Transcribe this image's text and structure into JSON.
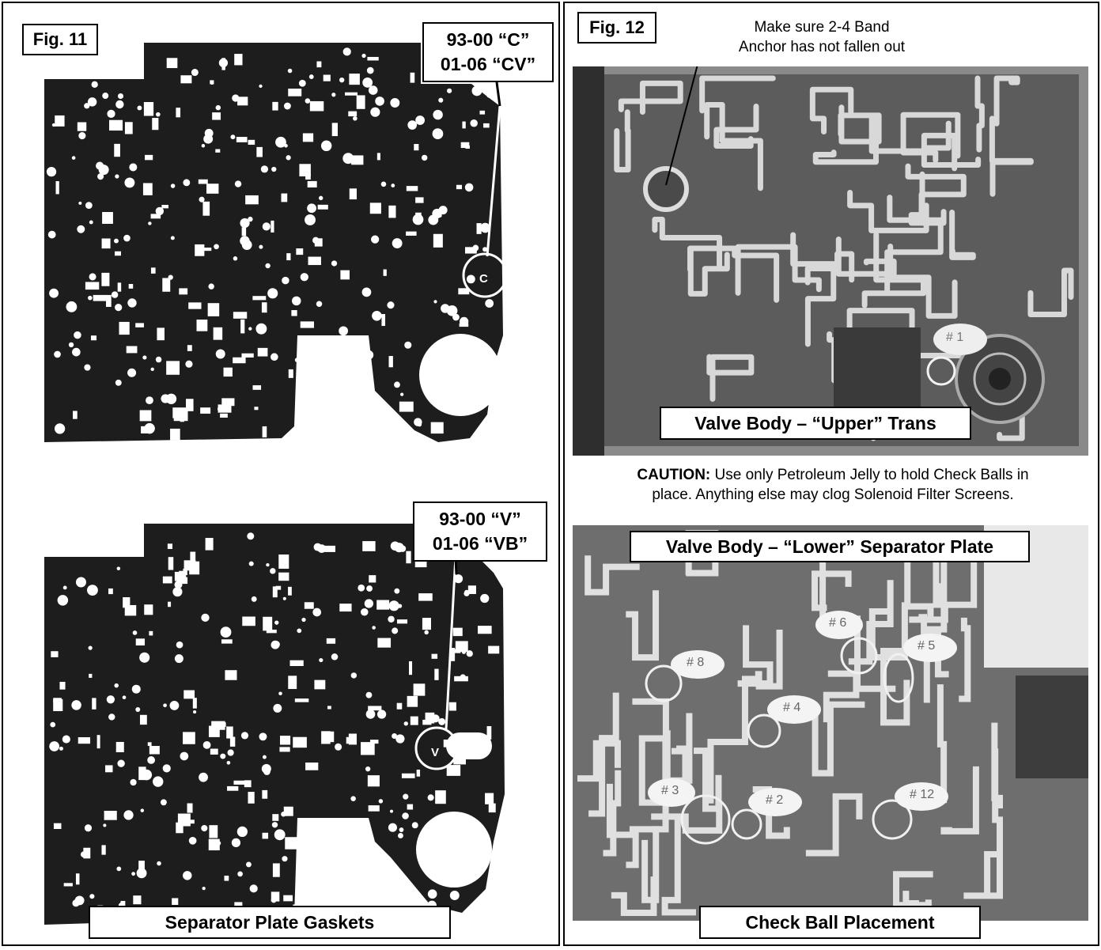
{
  "left_panel": {
    "fig_label": "Fig. 11",
    "top_gasket": {
      "code_line1": "93-00 “C”",
      "code_line2": "01-06 “CV”",
      "marker_letter": "C"
    },
    "bottom_gasket": {
      "code_line1": "93-00 “V”",
      "code_line2": "01-06 “VB”",
      "marker_letter": "V"
    },
    "caption": "Separator Plate Gaskets"
  },
  "right_panel": {
    "fig_label": "Fig. 12",
    "anchor_note_line1": "Make sure 2-4 Band",
    "anchor_note_line2": "Anchor has not fallen out",
    "upper_photo": {
      "caption": "Valve Body – “Upper” Trans",
      "markers": [
        "# 1"
      ]
    },
    "caution_label": "CAUTION:",
    "caution_text_line1": " Use only Petroleum Jelly to hold Check Balls in",
    "caution_text_line2": "place. Anything else may clog Solenoid Filter Screens.",
    "lower_photo": {
      "caption": "Valve Body – “Lower” Separator Plate",
      "markers": [
        "# 6",
        "# 5",
        "# 8",
        "# 4",
        "# 3",
        "# 2",
        "# 12"
      ]
    },
    "bottom_caption": "Check Ball Placement"
  },
  "colors": {
    "gasket": "#1d1d1d",
    "photo_dark": "#3a3a3a",
    "photo_mid": "#7a7a7a",
    "photo_light": "#d8d8d8"
  }
}
